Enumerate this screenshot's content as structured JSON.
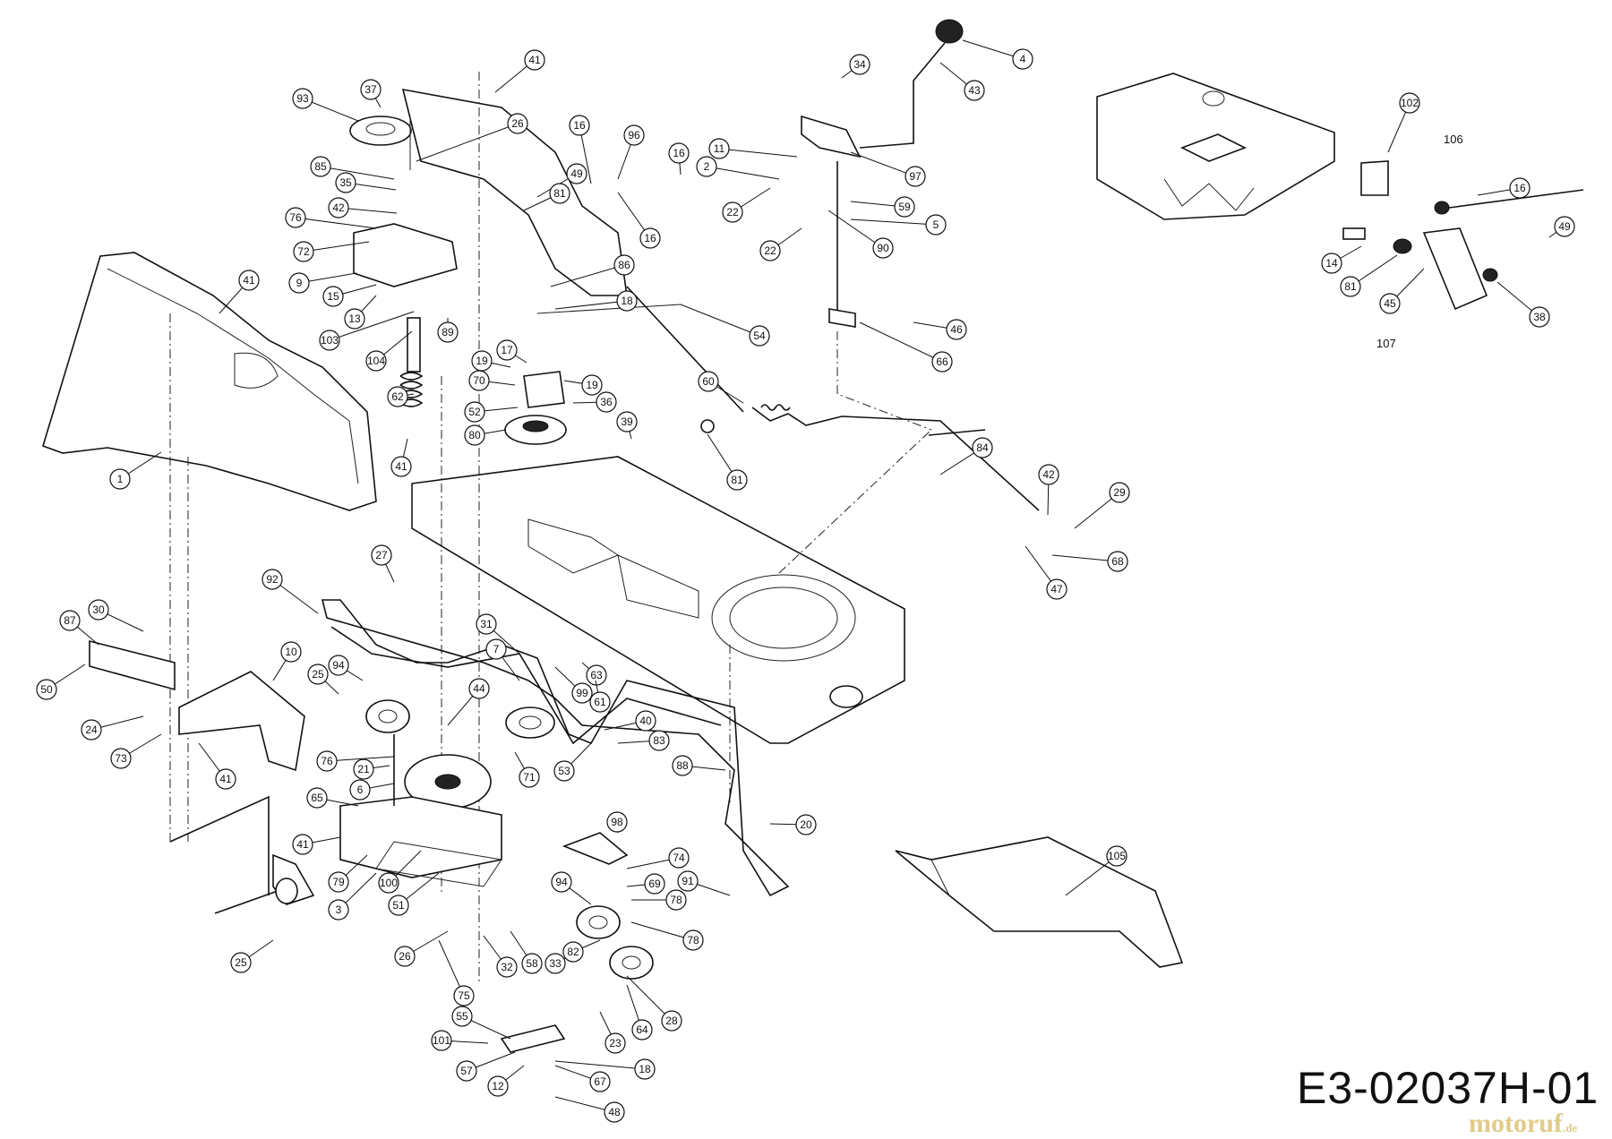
{
  "diagram": {
    "drawing_code": "E3-02037H-01",
    "watermark": "motoruf",
    "watermark_suffix": ".de",
    "callouts": [
      {
        "id": "41a",
        "label": "41"
      },
      {
        "id": "37",
        "label": "37"
      },
      {
        "id": "93",
        "label": "93"
      },
      {
        "id": "26a",
        "label": "26"
      },
      {
        "id": "85",
        "label": "85"
      },
      {
        "id": "35",
        "label": "35"
      },
      {
        "id": "42a",
        "label": "42"
      },
      {
        "id": "76a",
        "label": "76"
      },
      {
        "id": "72",
        "label": "72"
      },
      {
        "id": "9",
        "label": "9"
      },
      {
        "id": "15",
        "label": "15"
      },
      {
        "id": "13",
        "label": "13"
      },
      {
        "id": "103",
        "label": "103"
      },
      {
        "id": "104",
        "label": "104"
      },
      {
        "id": "89",
        "label": "89"
      },
      {
        "id": "62",
        "label": "62"
      },
      {
        "id": "41b",
        "label": "41"
      },
      {
        "id": "41c",
        "label": "41"
      },
      {
        "id": "1",
        "label": "1"
      },
      {
        "id": "49a",
        "label": "49"
      },
      {
        "id": "81a",
        "label": "81"
      },
      {
        "id": "16a",
        "label": "16"
      },
      {
        "id": "96",
        "label": "96"
      },
      {
        "id": "16b",
        "label": "16"
      },
      {
        "id": "16c",
        "label": "16"
      },
      {
        "id": "86",
        "label": "86"
      },
      {
        "id": "18a",
        "label": "18"
      },
      {
        "id": "54",
        "label": "54"
      },
      {
        "id": "17",
        "label": "17"
      },
      {
        "id": "19a",
        "label": "19"
      },
      {
        "id": "19b",
        "label": "19"
      },
      {
        "id": "70",
        "label": "70"
      },
      {
        "id": "52",
        "label": "52"
      },
      {
        "id": "36",
        "label": "36"
      },
      {
        "id": "39",
        "label": "39"
      },
      {
        "id": "80",
        "label": "80"
      },
      {
        "id": "34",
        "label": "34"
      },
      {
        "id": "4",
        "label": "4"
      },
      {
        "id": "43",
        "label": "43"
      },
      {
        "id": "11",
        "label": "11"
      },
      {
        "id": "2",
        "label": "2"
      },
      {
        "id": "97",
        "label": "97"
      },
      {
        "id": "22a",
        "label": "22"
      },
      {
        "id": "59",
        "label": "59"
      },
      {
        "id": "5",
        "label": "5"
      },
      {
        "id": "22b",
        "label": "22"
      },
      {
        "id": "90",
        "label": "90"
      },
      {
        "id": "46",
        "label": "46"
      },
      {
        "id": "66",
        "label": "66"
      },
      {
        "id": "60",
        "label": "60"
      },
      {
        "id": "81b",
        "label": "81"
      },
      {
        "id": "84",
        "label": "84"
      },
      {
        "id": "42b",
        "label": "42"
      },
      {
        "id": "29",
        "label": "29"
      },
      {
        "id": "68",
        "label": "68"
      },
      {
        "id": "47",
        "label": "47"
      },
      {
        "id": "102",
        "label": "102"
      },
      {
        "id": "16d",
        "label": "16"
      },
      {
        "id": "49b",
        "label": "49"
      },
      {
        "id": "14",
        "label": "14"
      },
      {
        "id": "81c",
        "label": "81"
      },
      {
        "id": "45",
        "label": "45"
      },
      {
        "id": "38",
        "label": "38"
      },
      {
        "id": "27",
        "label": "27"
      },
      {
        "id": "92",
        "label": "92"
      },
      {
        "id": "30",
        "label": "30"
      },
      {
        "id": "87",
        "label": "87"
      },
      {
        "id": "10",
        "label": "10"
      },
      {
        "id": "50",
        "label": "50"
      },
      {
        "id": "24",
        "label": "24"
      },
      {
        "id": "73",
        "label": "73"
      },
      {
        "id": "41d",
        "label": "41"
      },
      {
        "id": "25a",
        "label": "25"
      },
      {
        "id": "94a",
        "label": "94"
      },
      {
        "id": "44",
        "label": "44"
      },
      {
        "id": "76b",
        "label": "76"
      },
      {
        "id": "21",
        "label": "21"
      },
      {
        "id": "6",
        "label": "6"
      },
      {
        "id": "65",
        "label": "65"
      },
      {
        "id": "31",
        "label": "31"
      },
      {
        "id": "7",
        "label": "7"
      },
      {
        "id": "99",
        "label": "99"
      },
      {
        "id": "63",
        "label": "63"
      },
      {
        "id": "61",
        "label": "61"
      },
      {
        "id": "40",
        "label": "40"
      },
      {
        "id": "83",
        "label": "83"
      },
      {
        "id": "71",
        "label": "71"
      },
      {
        "id": "53",
        "label": "53"
      },
      {
        "id": "88",
        "label": "88"
      },
      {
        "id": "20",
        "label": "20"
      },
      {
        "id": "98",
        "label": "98"
      },
      {
        "id": "41e",
        "label": "41"
      },
      {
        "id": "79",
        "label": "79"
      },
      {
        "id": "3",
        "label": "3"
      },
      {
        "id": "100",
        "label": "100"
      },
      {
        "id": "51",
        "label": "51"
      },
      {
        "id": "74",
        "label": "74"
      },
      {
        "id": "69",
        "label": "69"
      },
      {
        "id": "78a",
        "label": "78"
      },
      {
        "id": "94b",
        "label": "94"
      },
      {
        "id": "91",
        "label": "91"
      },
      {
        "id": "78b",
        "label": "78"
      },
      {
        "id": "105",
        "label": "105"
      },
      {
        "id": "25b",
        "label": "25"
      },
      {
        "id": "26b",
        "label": "26"
      },
      {
        "id": "32",
        "label": "32"
      },
      {
        "id": "58",
        "label": "58"
      },
      {
        "id": "33",
        "label": "33"
      },
      {
        "id": "82",
        "label": "82"
      },
      {
        "id": "75",
        "label": "75"
      },
      {
        "id": "28",
        "label": "28"
      },
      {
        "id": "23",
        "label": "23"
      },
      {
        "id": "64",
        "label": "64"
      },
      {
        "id": "55",
        "label": "55"
      },
      {
        "id": "101",
        "label": "101"
      },
      {
        "id": "57",
        "label": "57"
      },
      {
        "id": "12",
        "label": "12"
      },
      {
        "id": "67",
        "label": "67"
      },
      {
        "id": "18b",
        "label": "18"
      },
      {
        "id": "48",
        "label": "48"
      }
    ],
    "plain_labels": [
      {
        "id": "106",
        "label": "106"
      },
      {
        "id": "107",
        "label": "107"
      }
    ]
  }
}
